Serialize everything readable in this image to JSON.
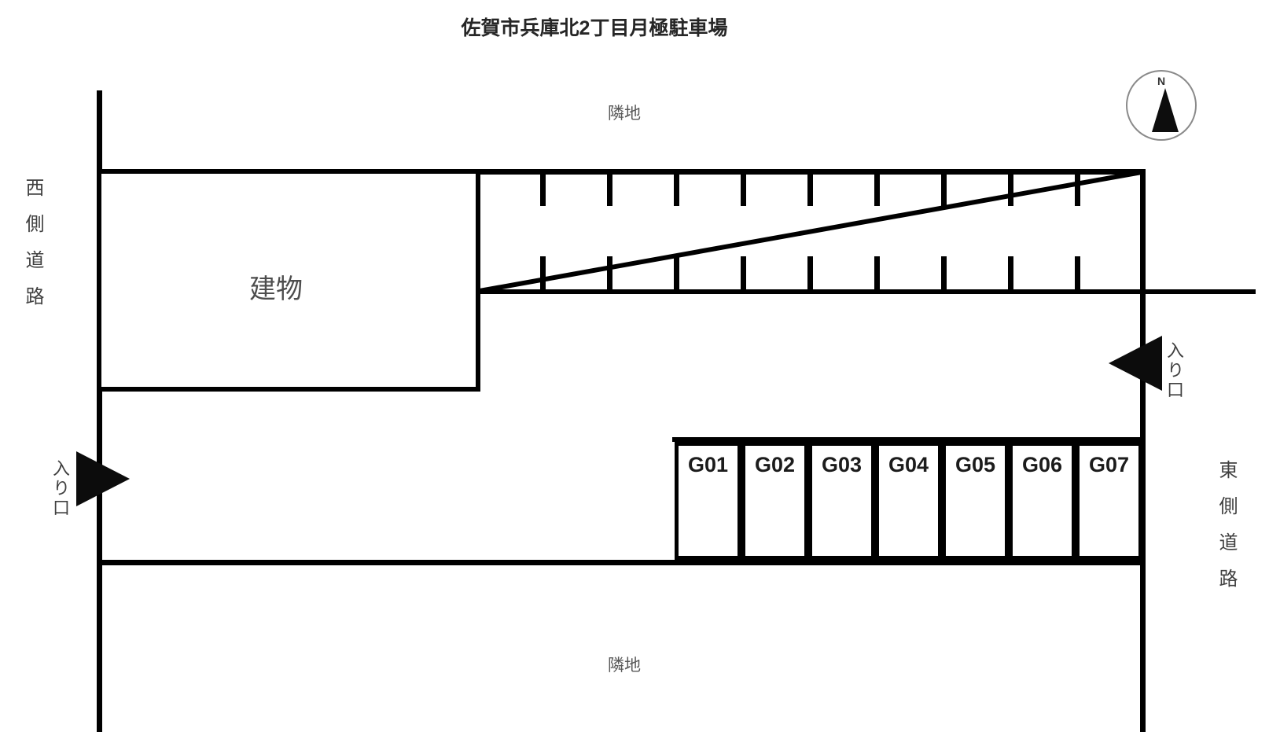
{
  "title": "佐賀市兵庫北2丁目月極駐車場",
  "labels": {
    "adjacent_top": "隣地",
    "adjacent_bottom": "隣地",
    "west_road": "西側道路",
    "east_road": "東側道路",
    "building": "建物",
    "entrance_left": "入り口",
    "entrance_right": "入り口",
    "compass_north": "N"
  },
  "stalls": [
    {
      "label": "G01"
    },
    {
      "label": "G02"
    },
    {
      "label": "G03"
    },
    {
      "label": "G04"
    },
    {
      "label": "G05"
    },
    {
      "label": "G06"
    },
    {
      "label": "G07"
    }
  ],
  "colors": {
    "line": "#000000",
    "text_gray": "#595959",
    "compass_ring": "#8a8a8a"
  }
}
